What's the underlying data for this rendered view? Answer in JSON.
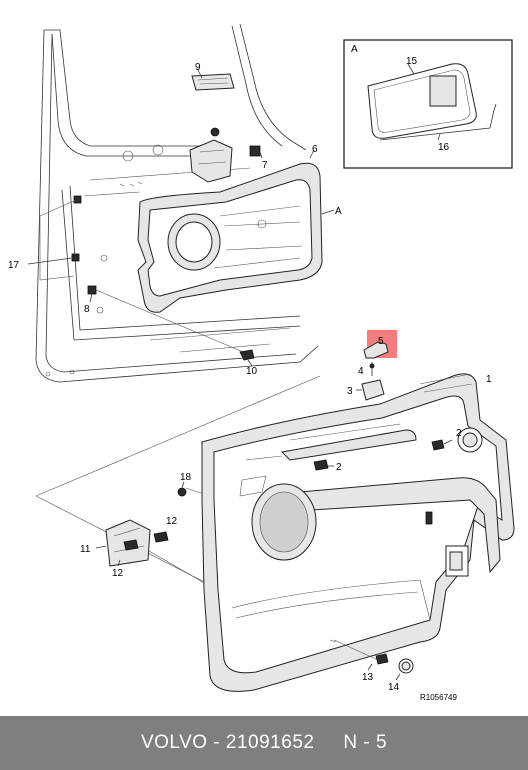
{
  "diagram": {
    "callouts": {
      "c1": "1",
      "c2a": "2",
      "c2b": "2",
      "c3": "3",
      "c4": "4",
      "c5": "5",
      "c6": "6",
      "c7": "7",
      "c8": "8",
      "c9": "9",
      "c10": "10",
      "c11": "11",
      "c12a": "12",
      "c12b": "12",
      "c13": "13",
      "c14": "14",
      "c15": "15",
      "c16": "16",
      "c17": "17",
      "c18": "18",
      "cA": "A"
    },
    "detail_label": "A",
    "drawing_ref": "R1056749",
    "highlight_color": "#f47c7c"
  },
  "footer": {
    "text": "VOLVO - 21091652     N - 5",
    "bg_color": "#7f7f7f"
  }
}
